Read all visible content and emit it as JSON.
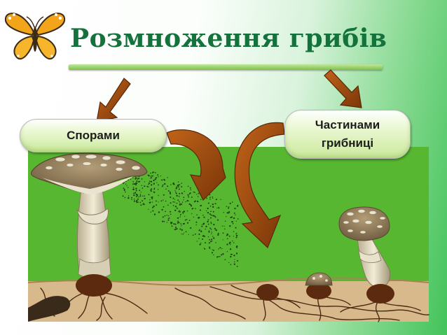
{
  "slide": {
    "title": "Розмноження грибів"
  },
  "branches": {
    "spores_label": "Спорами",
    "mycelium_label_line1": "Частинами",
    "mycelium_label_line2": "грибниці"
  },
  "colors": {
    "title": "#14733c",
    "ground": "#58b731",
    "soil": "#d8b98c",
    "arrow": "#9a4a10",
    "cap": "#8a7455"
  }
}
